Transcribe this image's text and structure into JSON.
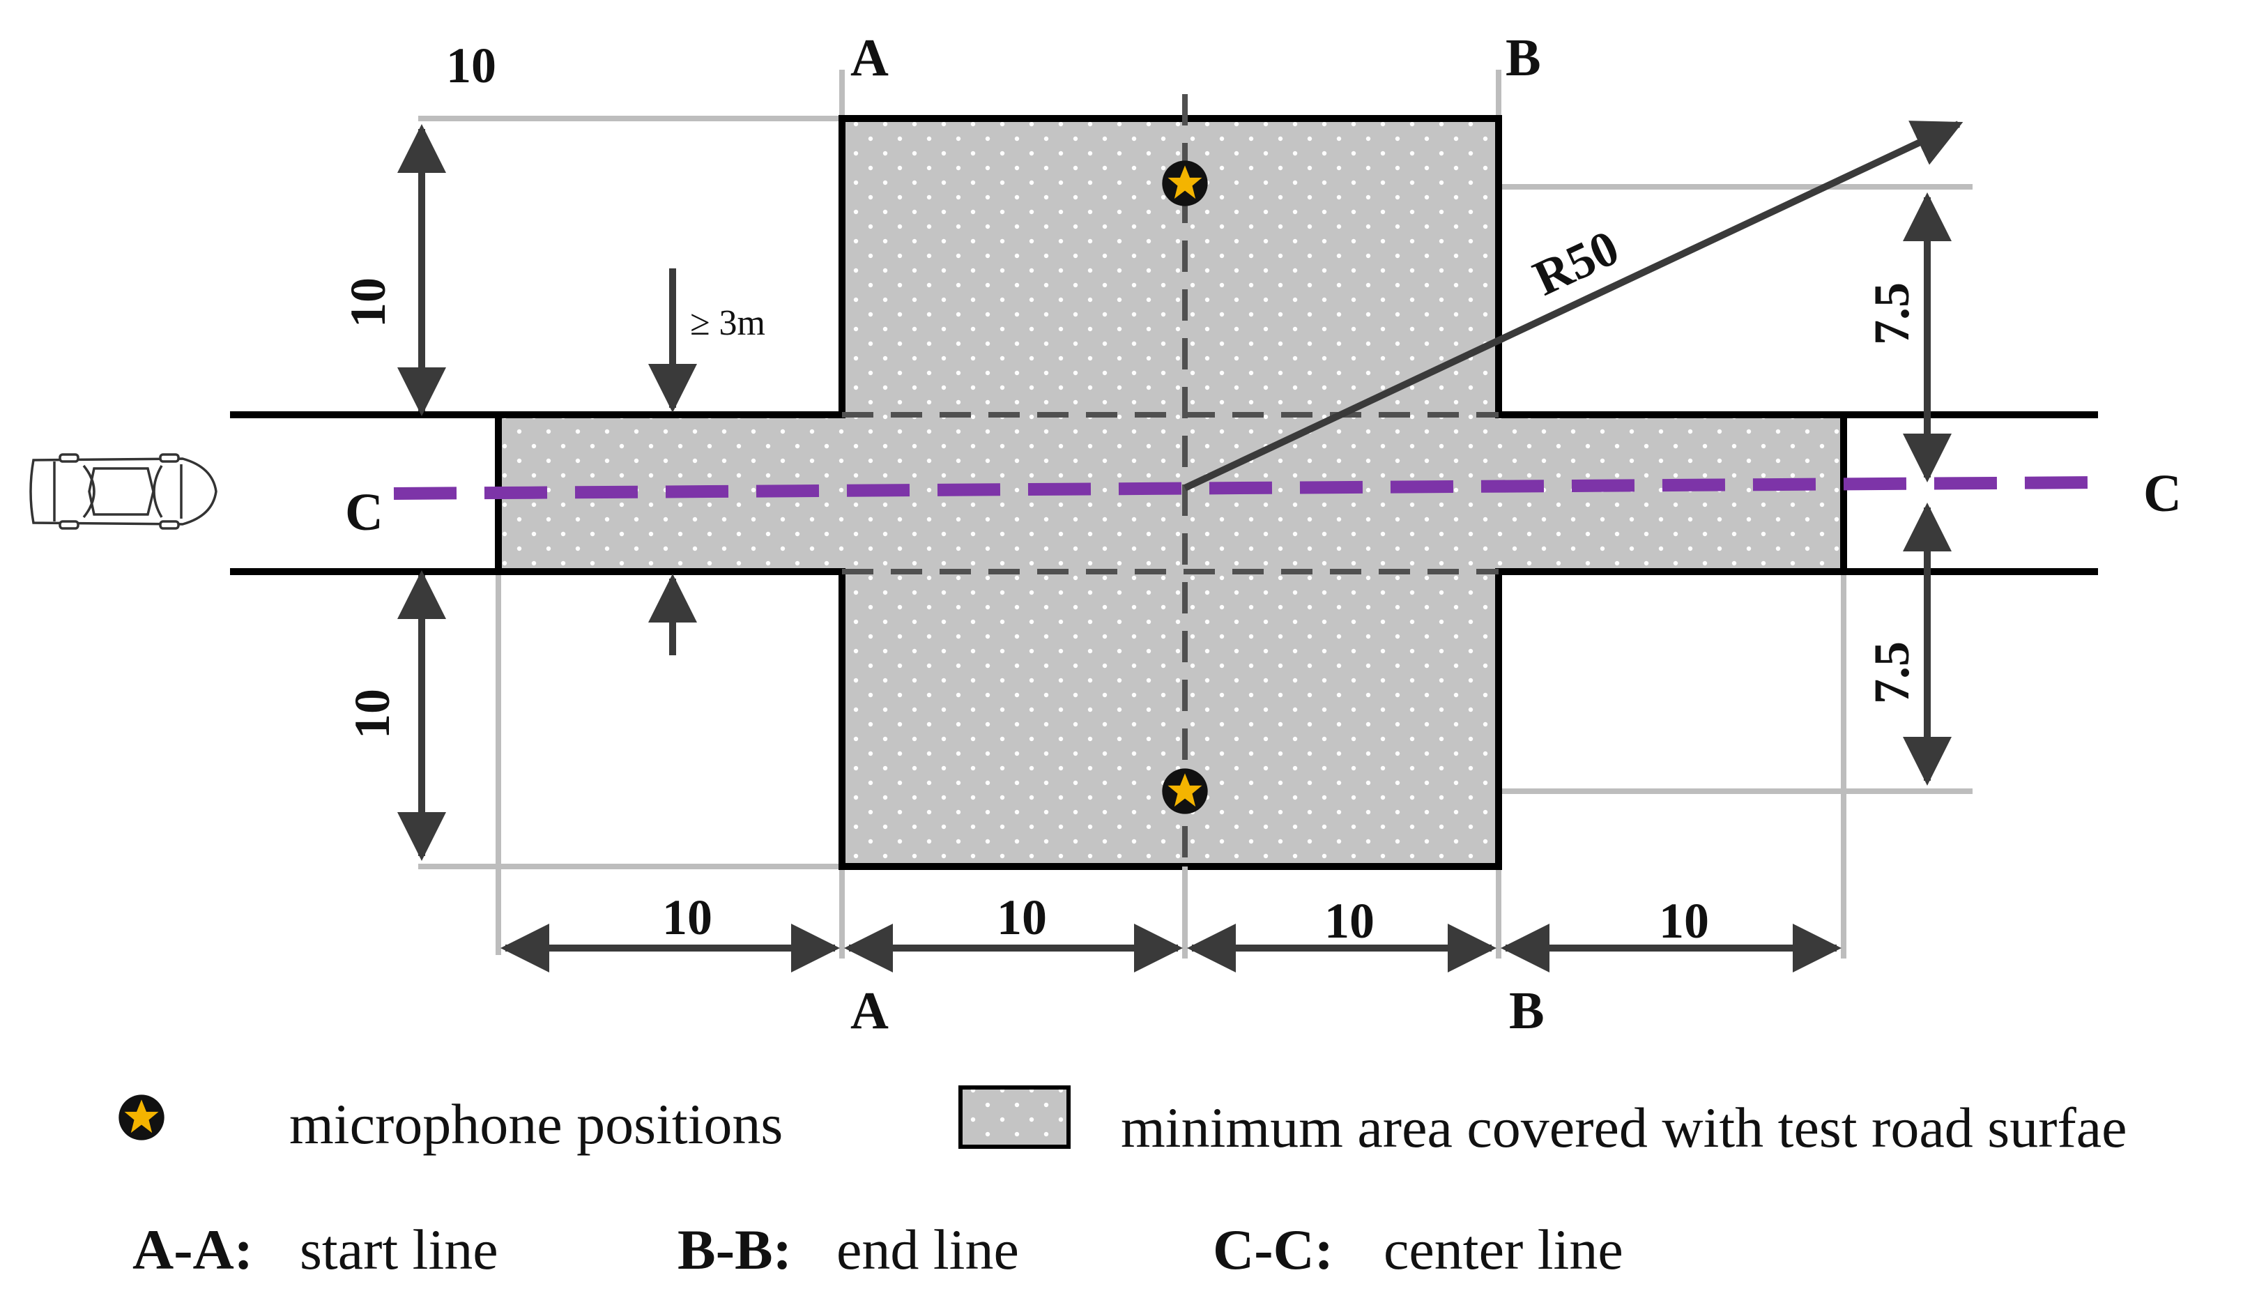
{
  "diagram": {
    "dimensions": {
      "top_left_width": "10",
      "left_upper_height": "10",
      "left_lower_height": "10",
      "bottom_1": "10",
      "bottom_2": "10",
      "bottom_3": "10",
      "bottom_4": "10",
      "right_upper": "7.5",
      "right_lower": "7.5",
      "radius": "R50",
      "min_width_note": "≥ 3m"
    },
    "section_labels": {
      "a_top": "A",
      "b_top": "B",
      "a_bottom": "A",
      "b_bottom": "B",
      "c_left": "C",
      "c_right": "C"
    },
    "icons": {
      "vehicle": "car-icon",
      "microphone": "star-icon"
    },
    "colors": {
      "surface_fill": "#c4c4c4",
      "surface_dots": "#ffffff",
      "outline": "#000000",
      "dashed_axis": "#505050",
      "center_line": "#7d34a8",
      "extension_lines": "#bdbdbd",
      "arrows": "#3a3a3a",
      "mic_star": "#f4b400"
    }
  },
  "legend": {
    "microphone_label": "microphone positions",
    "surface_label": "minimum area covered with test road surfae",
    "aa_key": "A-A:",
    "aa_text": "start line",
    "bb_key": "B-B:",
    "bb_text": "end line",
    "cc_key": "C-C:",
    "cc_text": "center line"
  }
}
